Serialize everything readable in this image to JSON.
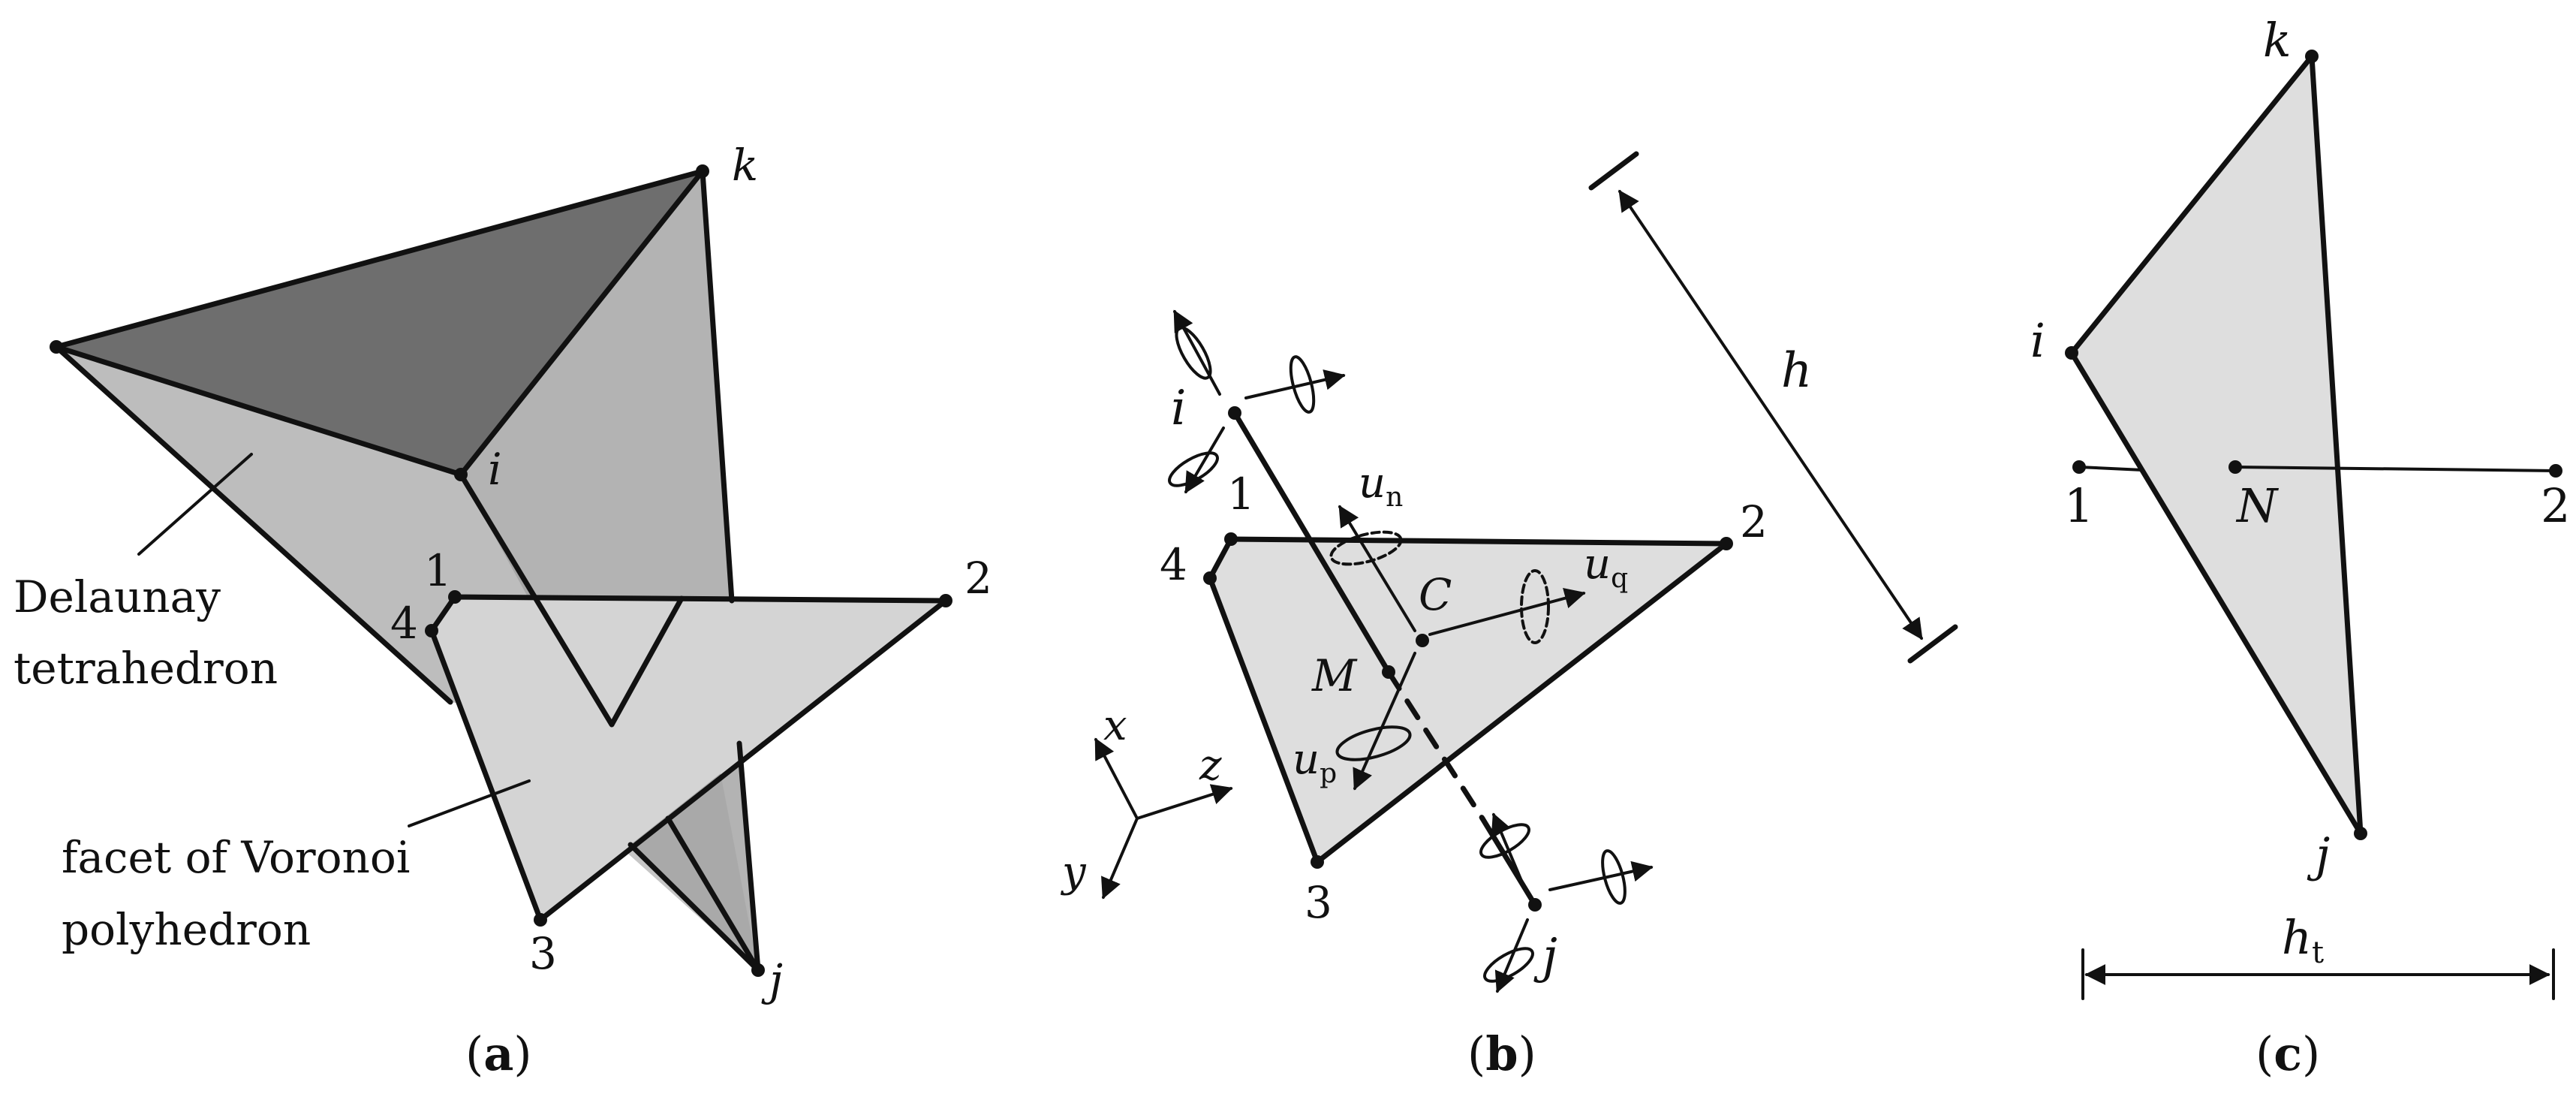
{
  "panel_a": {
    "caption_open": "(",
    "caption_letter": "a",
    "caption_close": ")",
    "vertex_k": "k",
    "vertex_i": "i",
    "vertex_j": "j",
    "corner_1": "1",
    "corner_2": "2",
    "corner_3": "3",
    "corner_4": "4",
    "delaunay_line1": "Delaunay",
    "delaunay_line2": "tetrahedron",
    "voronoi_line1": "facet of Voronoi",
    "voronoi_line2": "polyhedron"
  },
  "panel_b": {
    "caption_open": "(",
    "caption_letter": "b",
    "caption_close": ")",
    "node_i": "i",
    "node_j": "j",
    "corner_1": "1",
    "corner_2": "2",
    "corner_3": "3",
    "corner_4": "4",
    "point_C": "C",
    "point_M": "M",
    "u_base": "u",
    "u_n_sub": "n",
    "u_q_sub": "q",
    "u_p_sub": "p",
    "axis_x": "x",
    "axis_y": "y",
    "axis_z": "z",
    "height": "h"
  },
  "panel_c": {
    "caption_open": "(",
    "caption_letter": "c",
    "caption_close": ")",
    "vertex_k": "k",
    "vertex_i": "i",
    "vertex_j": "j",
    "point_1": "1",
    "point_2": "2",
    "point_N": "N",
    "ht_base": "h",
    "ht_sub": "t"
  },
  "colors": {
    "dark_face": "#6e6e6e",
    "mid_face": "#b3b3b3",
    "overlap_face": "#939393",
    "light_face": "#d4d4d4",
    "facet_face": "#dedede",
    "ink": "#111111"
  }
}
